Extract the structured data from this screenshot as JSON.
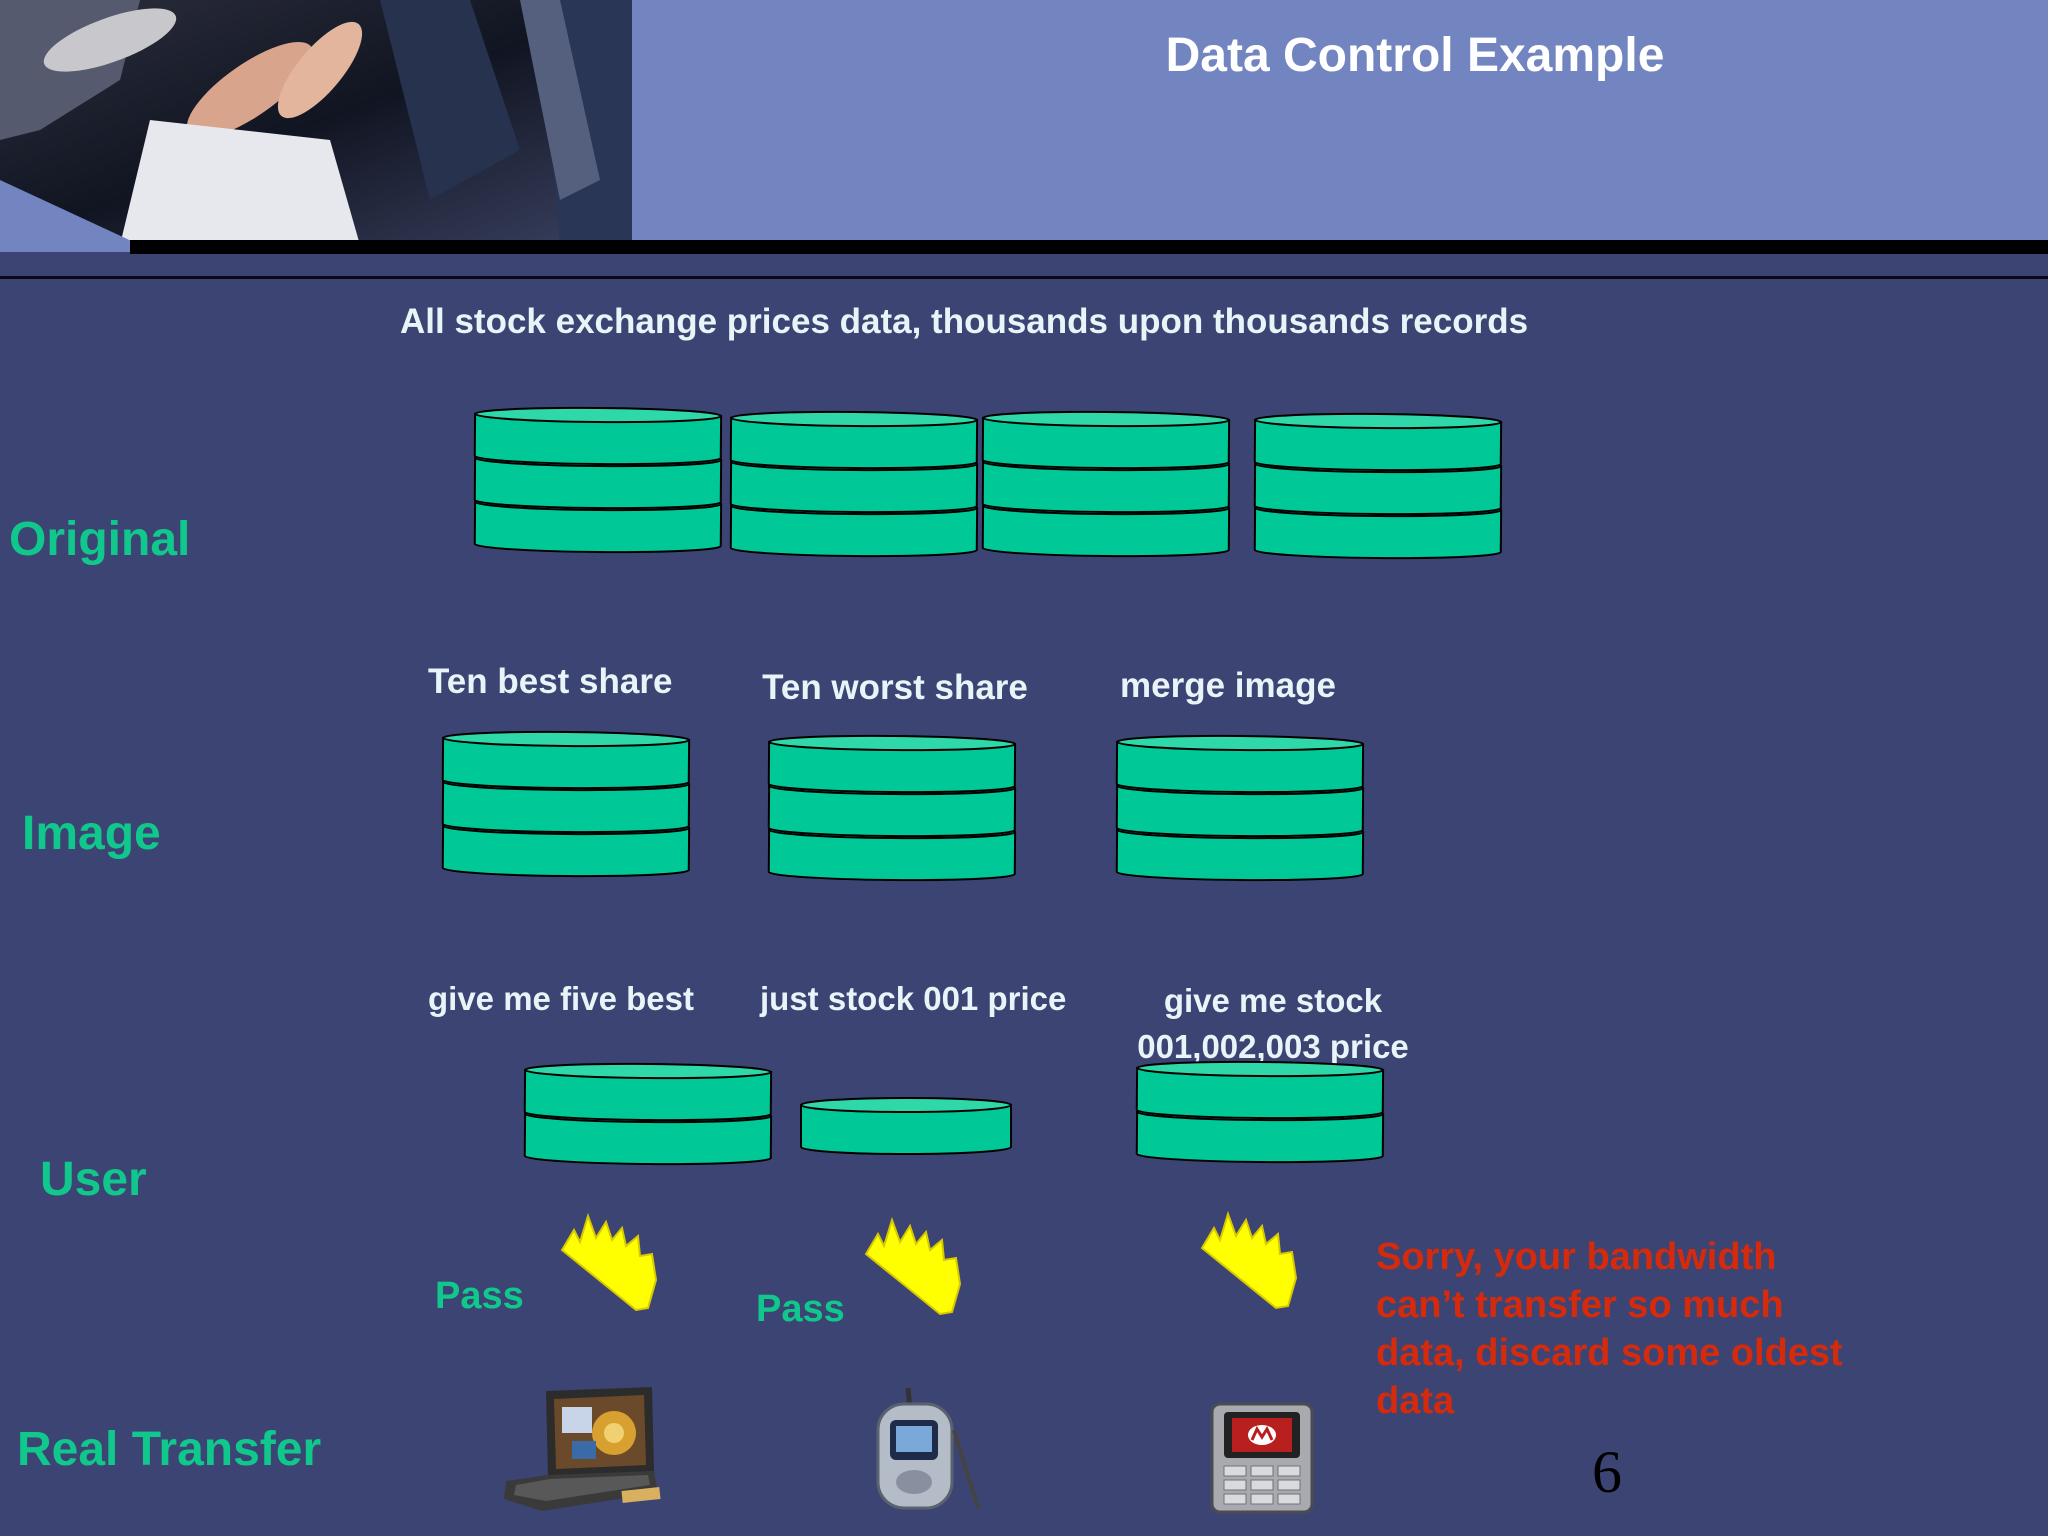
{
  "slide": {
    "title": "Data Control Example",
    "page_number": "6"
  },
  "diagram": {
    "headline": "All stock exchange prices data, thousands upon thousands records",
    "rows": {
      "original": "Original",
      "image": "Image",
      "user": "User",
      "real_transfer": "Real Transfer"
    },
    "image_labels": [
      "Ten best share",
      "Ten worst share",
      "merge image"
    ],
    "user_requests": [
      "give me five best",
      "just stock 001 price",
      "give me stock 001,002,003 price"
    ],
    "pass_labels": [
      "Pass",
      "Pass"
    ],
    "warning": "Sorry, your bandwidth can’t transfer so much data, discard some oldest data"
  },
  "colors": {
    "background": "#3c4474",
    "header": "#7385c0",
    "database": "#00c896",
    "row_label": "#10c88c",
    "warning": "#d62a0c",
    "firewall": "#ffff00"
  },
  "icons": [
    "database-icon",
    "firewall-icon",
    "laptop-icon",
    "pda-icon",
    "cellphone-icon"
  ]
}
